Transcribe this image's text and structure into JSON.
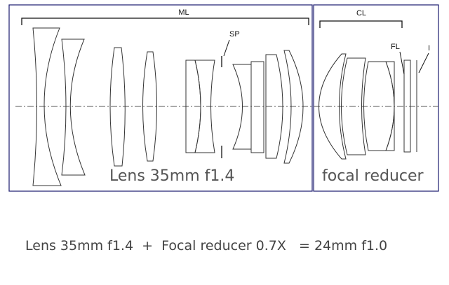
{
  "labels": {
    "main_lens_group": "ML",
    "converter_lens_group": "CL",
    "stop": "SP",
    "filter": "FL",
    "image_plane": "I"
  },
  "captions": {
    "main_lens": "Lens 35mm f1.4",
    "focal_reducer": "focal reducer"
  },
  "formula": {
    "lens": "Lens 35mm f1.4",
    "plus": "+",
    "reducer": "Focal reducer 0.7X",
    "equals": "=",
    "result": "24mm f1.0"
  },
  "colors": {
    "frame": "#1a1a6e",
    "lens_stroke": "#333333",
    "caption": "#555555"
  }
}
